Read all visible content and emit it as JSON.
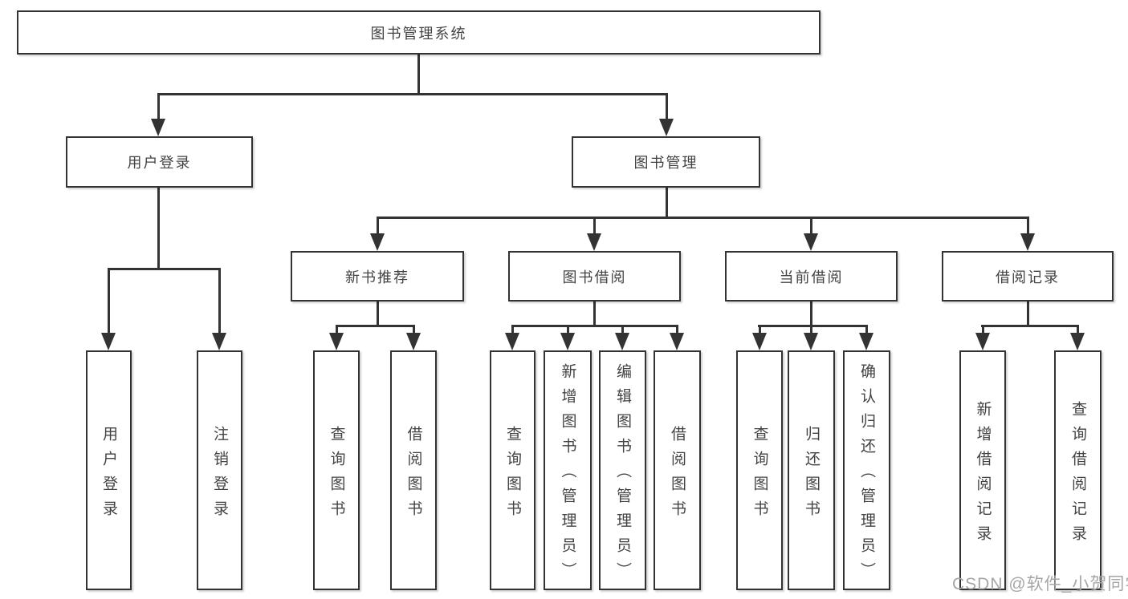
{
  "diagram": {
    "root": {
      "label": "图书管理系统"
    },
    "branches": [
      {
        "label": "用户登录",
        "children": [
          {
            "label": "用户登录"
          },
          {
            "label": "注销登录"
          }
        ]
      },
      {
        "label": "图书管理",
        "children": [
          {
            "label": "新书推荐",
            "children": [
              {
                "label": "查询图书"
              },
              {
                "label": "借阅图书"
              }
            ]
          },
          {
            "label": "图书借阅",
            "children": [
              {
                "label": "查询图书"
              },
              {
                "label": "新增图书（管理员）"
              },
              {
                "label": "编辑图书（管理员）"
              },
              {
                "label": "借阅图书"
              }
            ]
          },
          {
            "label": "当前借阅",
            "children": [
              {
                "label": "查询图书"
              },
              {
                "label": "归还图书"
              },
              {
                "label": "确认归还（管理员）"
              }
            ]
          },
          {
            "label": "借阅记录",
            "children": [
              {
                "label": "新增借阅记录"
              },
              {
                "label": "查询借阅记录"
              }
            ]
          }
        ]
      }
    ]
  },
  "watermark": {
    "text": "CSDN @软件_小贺同学"
  },
  "colors": {
    "line": "#333333",
    "text": "#434343",
    "watermark": "#a6a6a9",
    "background": "#ffffff"
  }
}
